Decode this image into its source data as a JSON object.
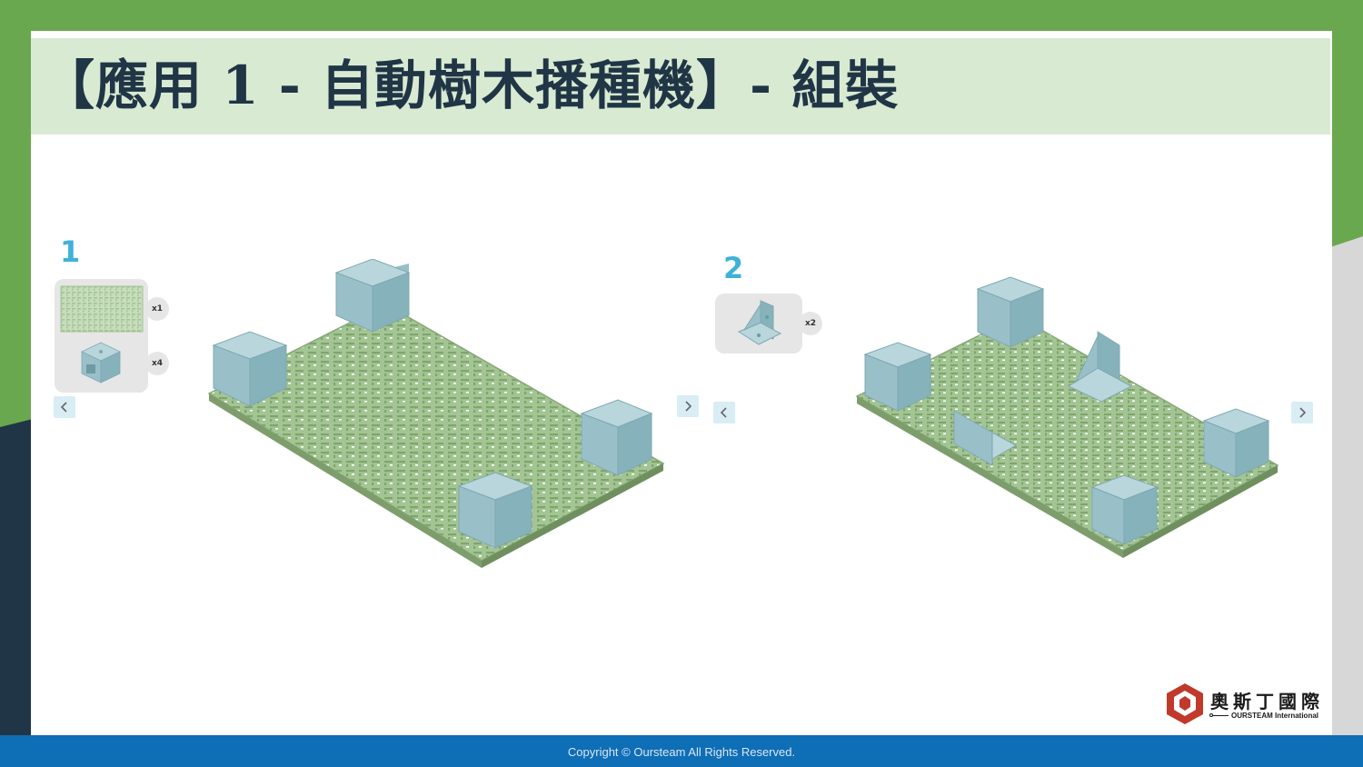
{
  "slide": {
    "title": "【應用 1 - 自動樹木播種機】- 組裝",
    "copyright": "Copyright © Oursteam All Rights Reserved."
  },
  "colors": {
    "frame_green": "#6aa84f",
    "title_band": "#d9ead3",
    "title_text": "#203545",
    "footer_blue": "#0e6eb6",
    "step_number": "#3fb2d8",
    "plate_green": "#a3c493",
    "cube_blue": "#99c0c8",
    "logo_red": "#c0392b"
  },
  "steps": [
    {
      "number": "1",
      "parts": [
        {
          "icon": "grid-plate-icon",
          "qty": "x1"
        },
        {
          "icon": "cube-block-icon",
          "qty": "x4"
        }
      ],
      "prev_icon": "chevron-left-icon",
      "next_icon": "chevron-right-icon"
    },
    {
      "number": "2",
      "parts": [
        {
          "icon": "angle-bracket-icon",
          "qty": "x2"
        }
      ],
      "prev_icon": "chevron-left-icon",
      "next_icon": "chevron-right-icon"
    }
  ],
  "logo": {
    "name_cn": "奧斯丁國際",
    "name_en": "OURSTEAM International"
  }
}
